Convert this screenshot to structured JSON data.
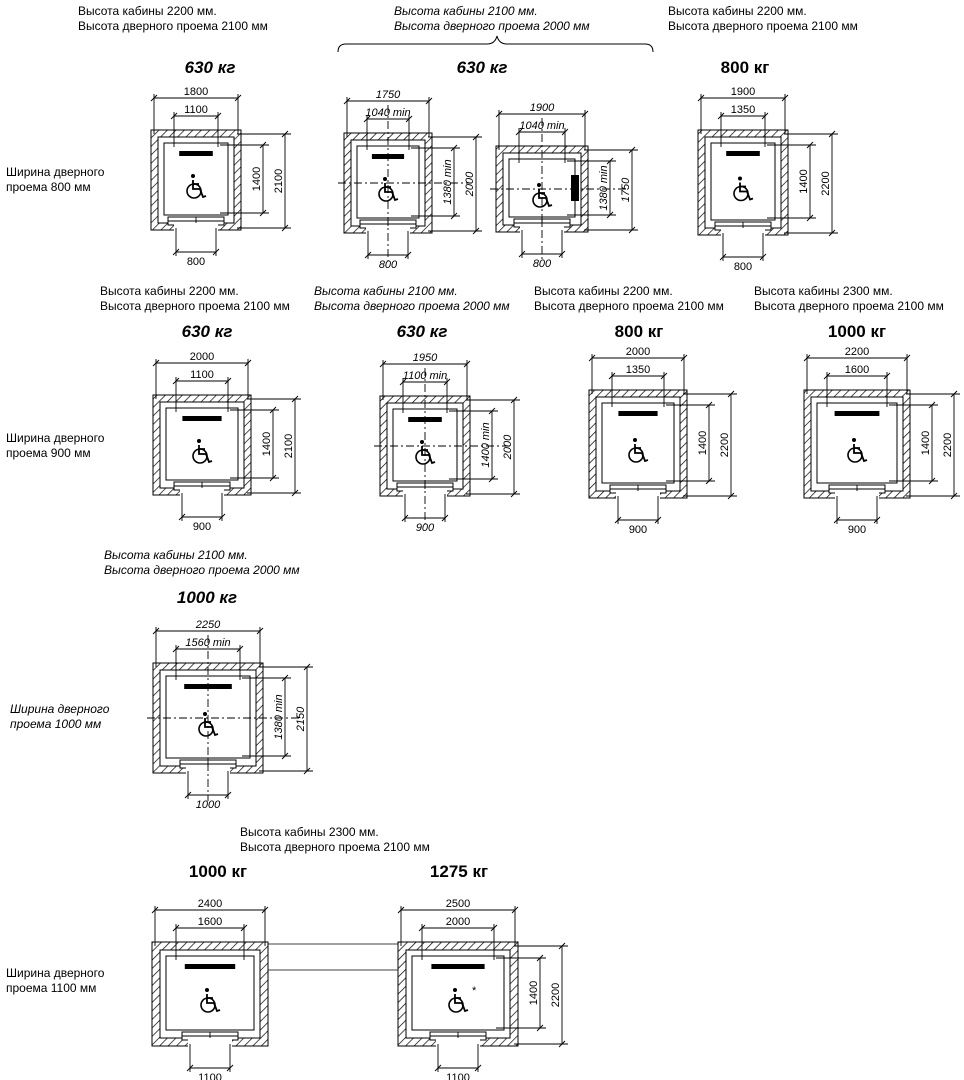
{
  "notes": [
    {
      "id": "n1",
      "lines": [
        "Высота кабины 2200 мм.",
        "Высота дверного проема 2100 мм"
      ]
    },
    {
      "id": "n2",
      "lines": [
        "Высота кабины 2100 мм.",
        "Высота дверного проема 2000 мм"
      ]
    },
    {
      "id": "n3",
      "lines": [
        "Высота кабины 2200 мм.",
        "Высота дверного проема 2100 мм"
      ]
    },
    {
      "id": "n4",
      "lines": [
        "Высота кабины 2200 мм.",
        "Высота дверного проема 2100 мм"
      ]
    },
    {
      "id": "n5",
      "lines": [
        "Высота кабины 2100 мм.",
        "Высота дверного проема 2000 мм"
      ]
    },
    {
      "id": "n6",
      "lines": [
        "Высота кабины 2200 мм.",
        "Высота дверного проема 2100 мм"
      ]
    },
    {
      "id": "n7",
      "lines": [
        "Высота кабины 2300 мм.",
        "Высота дверного проема 2100 мм"
      ]
    },
    {
      "id": "n8",
      "lines": [
        "Высота кабины 2100 мм.",
        "Высота дверного проема 2000 мм"
      ]
    },
    {
      "id": "n9",
      "lines": [
        "Высота кабины 2300 мм.",
        "Высота дверного проема 2100 мм"
      ]
    }
  ],
  "side_labels": [
    {
      "id": "s1",
      "lines": [
        "Ширина дверного",
        "проема 800 мм"
      ]
    },
    {
      "id": "s2",
      "lines": [
        "Ширина дверного",
        "проема 900 мм"
      ]
    },
    {
      "id": "s3",
      "lines": [
        "Ширина дверного",
        "проема 1000 мм"
      ]
    },
    {
      "id": "s4",
      "lines": [
        "Ширина дверного",
        "проема 1100 мм"
      ]
    }
  ],
  "loads": {
    "l1": "630 кг",
    "l2": "630 кг",
    "l3": "800 кг",
    "l4": "630 кг",
    "l5": "630 кг",
    "l6": "800 кг",
    "l7": "1000 кг",
    "l8": "1000 кг",
    "l9": "1000 кг",
    "l10": "1275 кг"
  },
  "lifts": [
    {
      "outer_w": "1800",
      "inner_w": "1100",
      "inner_d": "1400",
      "outer_d": "2100",
      "door": "800",
      "italic": false,
      "panel": "top",
      "asterisk": false
    },
    {
      "outer_w": "1750",
      "inner_w": "1040 min",
      "inner_d": "1380 min",
      "outer_d": "2000",
      "door": "800",
      "italic": true,
      "panel": "top",
      "asterisk": false
    },
    {
      "outer_w": "1900",
      "inner_w": "1040 min",
      "inner_d": "1380 min",
      "outer_d": "1750",
      "door": "800",
      "italic": true,
      "panel": "side",
      "asterisk": false
    },
    {
      "outer_w": "1900",
      "inner_w": "1350",
      "inner_d": "1400",
      "outer_d": "2200",
      "door": "800",
      "italic": false,
      "panel": "top",
      "asterisk": false
    },
    {
      "outer_w": "2000",
      "inner_w": "1100",
      "inner_d": "1400",
      "outer_d": "2100",
      "door": "900",
      "italic": false,
      "panel": "top",
      "asterisk": false
    },
    {
      "outer_w": "1950",
      "inner_w": "1100 min",
      "inner_d": "1400 min",
      "outer_d": "2000",
      "door": "900",
      "italic": true,
      "panel": "top",
      "asterisk": false
    },
    {
      "outer_w": "2000",
      "inner_w": "1350",
      "inner_d": "1400",
      "outer_d": "2200",
      "door": "900",
      "italic": false,
      "panel": "top",
      "asterisk": false
    },
    {
      "outer_w": "2200",
      "inner_w": "1600",
      "inner_d": "1400",
      "outer_d": "2200",
      "door": "900",
      "italic": false,
      "panel": "top",
      "asterisk": false
    },
    {
      "outer_w": "2250",
      "inner_w": "1560 min",
      "inner_d": "1380 min",
      "outer_d": "2150",
      "door": "1000",
      "italic": true,
      "panel": "top",
      "asterisk": false
    },
    {
      "outer_w": "2400",
      "inner_w": "1600",
      "inner_d": "",
      "outer_d": "",
      "door": "1100",
      "italic": false,
      "panel": "top",
      "asterisk": false
    },
    {
      "outer_w": "2500",
      "inner_w": "2000",
      "inner_d": "1400",
      "outer_d": "2200",
      "door": "1100",
      "italic": false,
      "panel": "top",
      "asterisk": true
    }
  ],
  "asterisk_mark": "*"
}
